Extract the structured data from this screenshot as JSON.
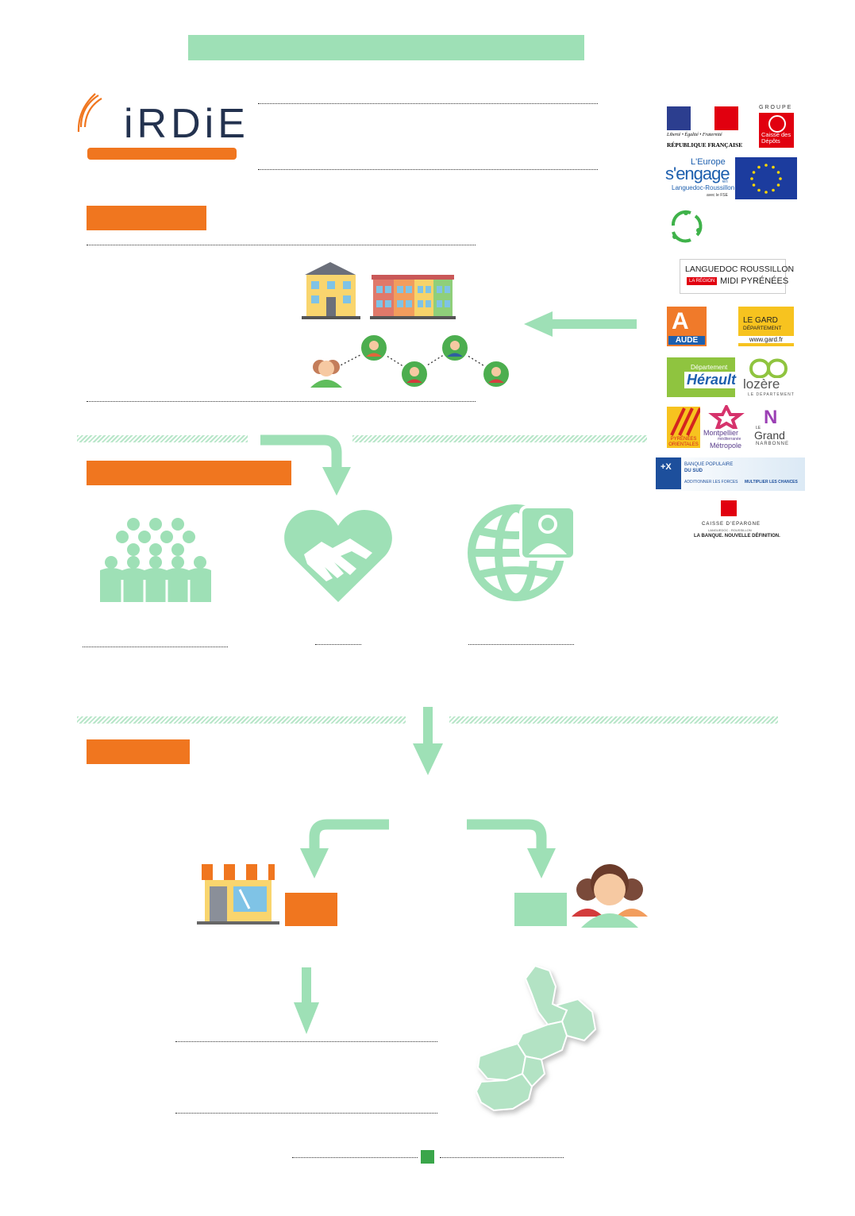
{
  "logo": {
    "text": "iRDiE"
  },
  "partners": {
    "republique_motto": "Liberté • Égalité • Fraternité",
    "republique": "RÉPUBLIQUE FRANÇAISE",
    "groupe": "GROUPE",
    "caisse_depots": "Caisse des Dépôts",
    "europe_line1": "L'Europe",
    "europe_line2": "s'engage",
    "europe_line3": "en",
    "europe_line4": "Languedoc-Roussillon",
    "europe_line5": "avec le FSE",
    "region_line1": "LANGUEDOC ROUSSILLON",
    "region_tag": "LA RÉGION",
    "region_line2": "MIDI PYRÉNÉES",
    "aude": "AUDE",
    "gard_top": "LE GARD",
    "gard_sub": "DÉPARTEMENT",
    "gard_url": "www.gard.fr",
    "herault_top": "Département",
    "herault": "Hérault",
    "lozere": "lozère",
    "lozere_sub": "LE DÉPARTEMENT",
    "pyrenees": "PYRÉNÉES ORIENTALES",
    "montpellier_1": "Montpellier",
    "montpellier_2": "méditerranée",
    "montpellier_3": "Métropole",
    "narbonne_le": "LE",
    "narbonne_grand": "Grand",
    "narbonne": "NARBONNE",
    "bp_title": "BANQUE POPULAIRE",
    "bp_sub": "DU SUD",
    "bp_slogan_1": "ADDITIONNER LES FORCES",
    "bp_slogan_2": "MULTIPLIER LES CHANCES",
    "ce_name": "CAISSE D'EPARGNE",
    "ce_region": "LANGUEDOC - ROUSSILLON",
    "ce_slogan": "LA BANQUE. NOUVELLE DÉFINITION."
  },
  "colors": {
    "orange": "#f0761f",
    "mint": "#9ee0b6",
    "green_square": "#3aa64a"
  }
}
